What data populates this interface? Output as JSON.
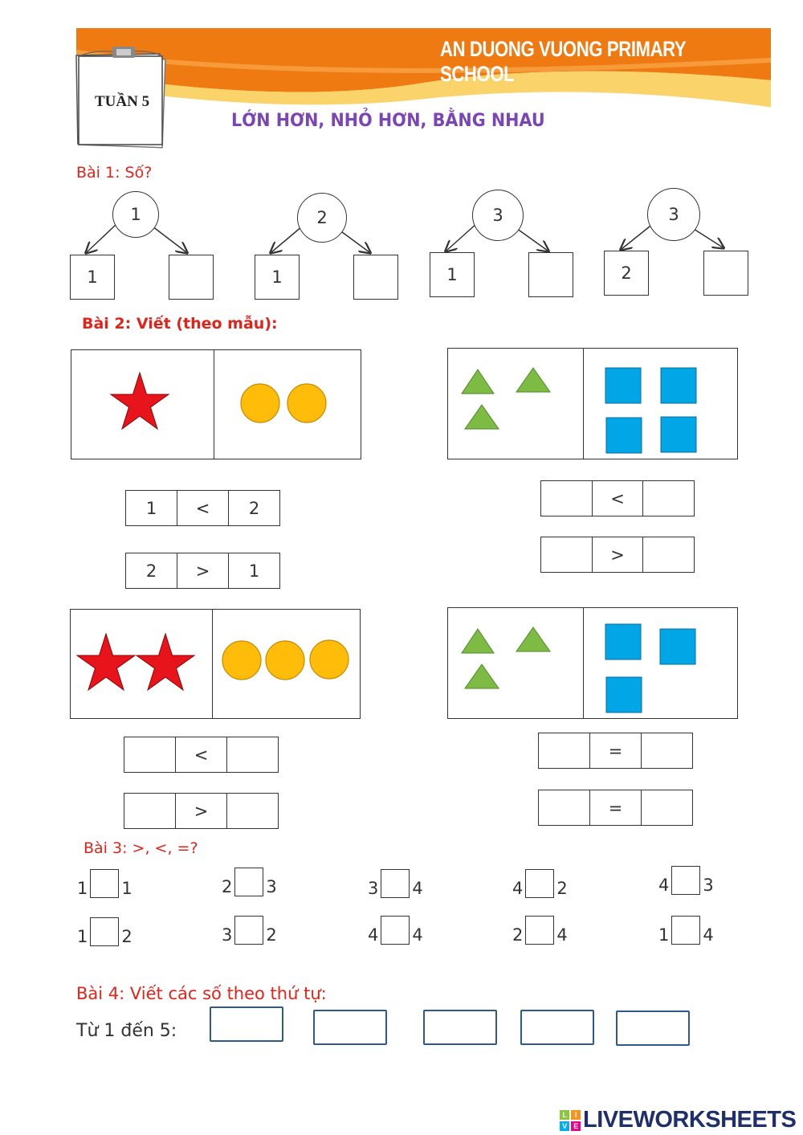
{
  "header": {
    "school": "AN DUONG VUONG PRIMARY SCHOOL",
    "week": "TUẦN 5",
    "title": "LỚN HƠN, NHỎ HƠN, BẰNG NHAU",
    "banner_color": "#f07a12"
  },
  "bai1": {
    "heading": "Bài 1: Số?",
    "items": [
      {
        "top": "1",
        "left": "1",
        "right": ""
      },
      {
        "top": "2",
        "left": "1",
        "right": ""
      },
      {
        "top": "3",
        "left": "1",
        "right": ""
      },
      {
        "top": "3",
        "left": "2",
        "right": ""
      }
    ]
  },
  "bai2": {
    "heading": "Bài 2: Viết (theo mẫu):",
    "groups": [
      {
        "left_shape": "star",
        "left_count": 1,
        "right_shape": "circle",
        "right_count": 2,
        "rows": [
          [
            "1",
            "<",
            "2"
          ],
          [
            "2",
            ">",
            "1"
          ]
        ]
      },
      {
        "left_shape": "triangle",
        "left_count": 3,
        "right_shape": "square",
        "right_count": 4,
        "rows": [
          [
            "",
            "<",
            ""
          ],
          [
            "",
            ">",
            ""
          ]
        ]
      },
      {
        "left_shape": "star",
        "left_count": 2,
        "right_shape": "circle",
        "right_count": 3,
        "rows": [
          [
            "",
            "<",
            ""
          ],
          [
            "",
            ">",
            ""
          ]
        ]
      },
      {
        "left_shape": "triangle",
        "left_count": 3,
        "right_shape": "square",
        "right_count": 3,
        "rows": [
          [
            "",
            "=",
            ""
          ],
          [
            "",
            "=",
            ""
          ]
        ]
      }
    ],
    "colors": {
      "star": "#e8141b",
      "circle": "#ffbd0a",
      "triangle": "#7dbb45",
      "square": "#00a6e6"
    }
  },
  "bai3": {
    "heading": "Bài 3: >, <, =?",
    "rows": [
      [
        [
          "1",
          "1"
        ],
        [
          "2",
          "3"
        ],
        [
          "3",
          "4"
        ],
        [
          "4",
          "2"
        ],
        [
          "4",
          "3"
        ]
      ],
      [
        [
          "1",
          "2"
        ],
        [
          "3",
          "2"
        ],
        [
          "4",
          "4"
        ],
        [
          "2",
          "4"
        ],
        [
          "1",
          "4"
        ]
      ]
    ]
  },
  "bai4": {
    "heading": "Bài 4: Viết các số theo thứ tự:",
    "label": "Từ 1 đến 5:",
    "boxes": 5,
    "box_color": "#2d5a8a"
  },
  "footer": {
    "brand": "LIVEWORKSHEETS",
    "logo_letters": [
      "L",
      "I",
      "V",
      "E"
    ]
  }
}
